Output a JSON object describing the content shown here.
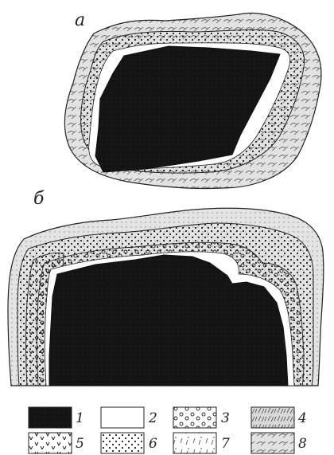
{
  "panels": [
    {
      "label": "а"
    },
    {
      "label": "б"
    }
  ],
  "legend": [
    {
      "number": "1",
      "pattern": "solid-dark"
    },
    {
      "number": "2",
      "pattern": "blank"
    },
    {
      "number": "3",
      "pattern": "small-circles"
    },
    {
      "number": "4",
      "pattern": "hatched-scribble"
    },
    {
      "number": "5",
      "pattern": "v-marks"
    },
    {
      "number": "6",
      "pattern": "dense-dots"
    },
    {
      "number": "7",
      "pattern": "sparse-ticks"
    },
    {
      "number": "8",
      "pattern": "streaks"
    }
  ],
  "colors": {
    "ink": "#151515",
    "paper": "#ffffff",
    "zone_grey": "#d6d6d6"
  }
}
